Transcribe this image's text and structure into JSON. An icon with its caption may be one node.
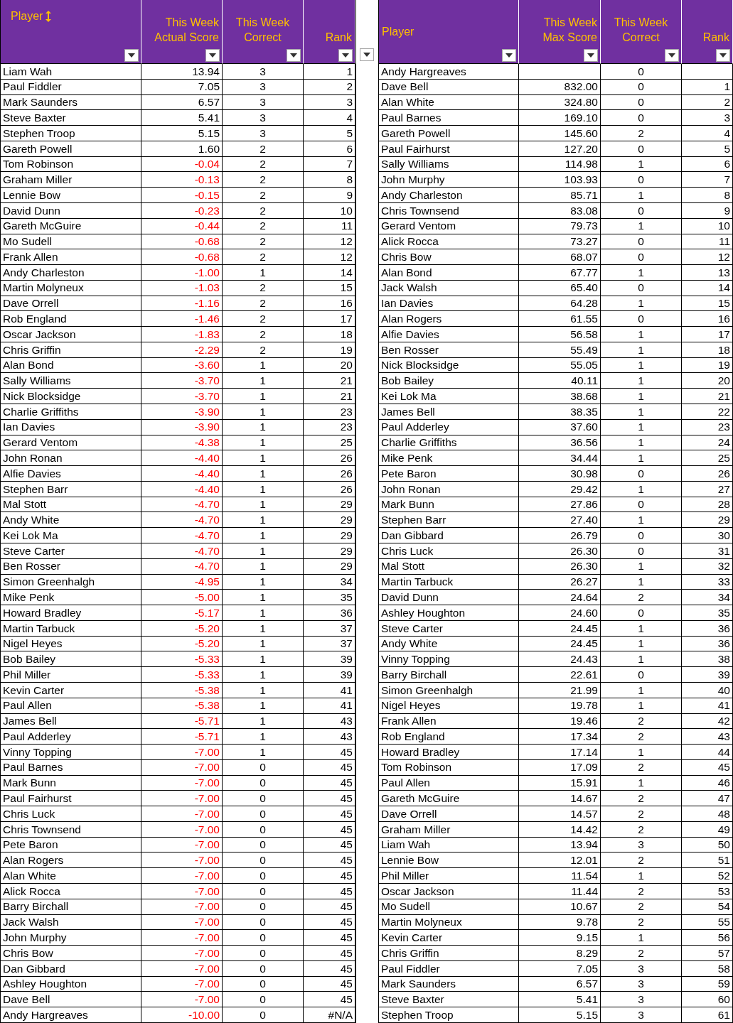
{
  "diagram": {
    "labels": [
      "Player",
      "This Week Actual Score",
      "This Week Correct",
      "Rank",
      "Liam Wah",
      "13.94",
      "3",
      "1",
      "Paul Fiddler",
      "7.05",
      "3",
      "2",
      "Mark Saunders",
      "6.57",
      "3",
      "3",
      "Steve Baxter",
      "5.41",
      "3",
      "4",
      "Stephen Troop",
      "5.15",
      "3",
      "5",
      "Gareth Powell",
      "1.60",
      "2",
      "6",
      "Tom Robinson",
      "-0.04",
      "2",
      "7",
      "Graham Miller",
      "-0.13",
      "2",
      "8",
      "Lennie Bow",
      "-0.15",
      "2",
      "9",
      "David Dunn",
      "-0.23",
      "2",
      "10",
      "Gareth McGuire",
      "-0.44",
      "2",
      "11",
      "Mo Sudell",
      "-0.68",
      "2",
      "12",
      "Frank Allen",
      "-0.68",
      "2",
      "12",
      "Andy Charleston",
      "-1.00",
      "1",
      "14",
      "Martin Molyneux",
      "-1.03",
      "2",
      "15",
      "Dave Orrell",
      "-1.16",
      "2",
      "16",
      "Rob England",
      "-1.46",
      "2",
      "17",
      "Oscar Jackson",
      "-1.83",
      "2",
      "18",
      "Chris Griffin",
      "-2.29",
      "2",
      "19",
      "Alan Bond",
      "-3.60",
      "1",
      "20",
      "Sally Williams",
      "-3.70",
      "1",
      "21",
      "Nick Blocksidge",
      "-3.70",
      "1",
      "21",
      "Charlie Griffiths",
      "-3.90",
      "1",
      "23",
      "Ian Davies",
      "-3.90",
      "1",
      "23",
      "Gerard Ventom",
      "-4.38",
      "1",
      "25",
      "John Ronan",
      "-4.40",
      "1",
      "26",
      "Alfie Davies",
      "-4.40",
      "1",
      "26",
      "Stephen Barr",
      "-4.40",
      "1",
      "26",
      "Mal Stott",
      "-4.70",
      "1",
      "29",
      "Andy White",
      "-4.70",
      "1",
      "29",
      "Kei Lok Ma",
      "-4.70",
      "1",
      "29",
      "Steve Carter",
      "-4.70",
      "1",
      "29",
      "Ben Rosser",
      "-4.70",
      "1",
      "29",
      "Simon Greenhalgh",
      "-4.95",
      "1",
      "34",
      "Mike Penk",
      "-5.00",
      "1",
      "35",
      "Howard Bradley",
      "-5.17",
      "1",
      "36",
      "Martin Tarbuck",
      "-5.20",
      "1",
      "37",
      "Nigel Heyes",
      "-5.20",
      "1",
      "37",
      "Bob Bailey",
      "-5.33",
      "1",
      "39",
      "Phil Miller",
      "-5.33",
      "1",
      "39",
      "Kevin Carter",
      "-5.38",
      "1",
      "41",
      "Paul Allen",
      "-5.38",
      "1",
      "41",
      "James Bell",
      "-5.71",
      "1",
      "43",
      "Paul Adderley",
      "-5.71",
      "1",
      "43",
      "Vinny Topping",
      "-7.00",
      "1",
      "45",
      "Paul Barnes",
      "-7.00",
      "0",
      "45",
      "Mark Bunn",
      "-7.00",
      "0",
      "45",
      "Paul Fairhurst",
      "-7.00",
      "0",
      "45",
      "Chris Luck",
      "-7.00",
      "0",
      "45",
      "Chris Townsend",
      "-7.00",
      "0",
      "45",
      "Pete Baron",
      "-7.00",
      "0",
      "45",
      "Alan Rogers",
      "-7.00",
      "0",
      "45",
      "Alan White",
      "-7.00",
      "0",
      "45",
      "Alick Rocca",
      "-7.00",
      "0",
      "45",
      "Barry Birchall",
      "-7.00",
      "0",
      "45",
      "Jack Walsh",
      "-7.00",
      "0",
      "45",
      "John Murphy",
      "-7.00",
      "0",
      "45",
      "Chris Bow",
      "-7.00",
      "0",
      "45",
      "Dan Gibbard",
      "-7.00",
      "0",
      "45",
      "Ashley Houghton",
      "-7.00",
      "0",
      "45",
      "Dave Bell",
      "-7.00",
      "0",
      "45",
      "Andy Hargreaves",
      "-10.00",
      "0",
      "#N/A",
      "Player",
      "This Week Max Score",
      "This Week Correct",
      "Rank",
      "Andy Hargreaves",
      "0",
      "Dave Bell",
      "832.00",
      "0",
      "1",
      "Alan White",
      "324.80",
      "0",
      "2",
      "Paul Barnes",
      "169.10",
      "0",
      "3",
      "Gareth Powell",
      "145.60",
      "2",
      "4",
      "Paul Fairhurst",
      "127.20",
      "0",
      "5",
      "Sally Williams",
      "114.98",
      "1",
      "6",
      "John Murphy",
      "103.93",
      "0",
      "7",
      "Andy Charleston",
      "85.71",
      "1",
      "8",
      "Chris Townsend",
      "83.08",
      "0",
      "9",
      "Gerard Ventom",
      "79.73",
      "1",
      "10",
      "Alick Rocca",
      "73.27",
      "0",
      "11",
      "Chris Bow",
      "68.07",
      "0",
      "12",
      "Alan Bond",
      "67.77",
      "1",
      "13",
      "Jack Walsh",
      "65.40",
      "0",
      "14",
      "Ian Davies",
      "64.28",
      "1",
      "15",
      "Alan Rogers",
      "61.55",
      "0",
      "16",
      "Alfie Davies",
      "56.58",
      "1",
      "17",
      "Ben Rosser",
      "55.49",
      "1",
      "18",
      "Nick Blocksidge",
      "55.05",
      "1",
      "19",
      "Bob Bailey",
      "40.11",
      "1",
      "20",
      "Kei Lok Ma",
      "38.68",
      "1",
      "21",
      "James Bell",
      "38.35",
      "1",
      "22",
      "Paul Adderley",
      "37.60",
      "1",
      "23",
      "Charlie Griffiths",
      "36.56",
      "1",
      "24",
      "Mike Penk",
      "34.44",
      "1",
      "25",
      "Pete Baron",
      "30.98",
      "0",
      "26",
      "John Ronan",
      "29.42",
      "1",
      "27",
      "Mark Bunn",
      "27.86",
      "0",
      "28",
      "Stephen Barr",
      "27.40",
      "1",
      "29",
      "Dan Gibbard",
      "26.79",
      "0",
      "30",
      "Chris Luck",
      "26.30",
      "0",
      "31",
      "Mal Stott",
      "26.30",
      "1",
      "32",
      "Martin Tarbuck",
      "26.27",
      "1",
      "33",
      "David Dunn",
      "24.64",
      "2",
      "34",
      "Ashley Houghton",
      "24.60",
      "0",
      "35",
      "Steve Carter",
      "24.45",
      "1",
      "36",
      "Andy White",
      "24.45",
      "1",
      "36",
      "Vinny Topping",
      "24.43",
      "1",
      "38",
      "Barry Birchall",
      "22.61",
      "0",
      "39",
      "Simon Greenhalgh",
      "21.99",
      "1",
      "40",
      "Nigel Heyes",
      "19.78",
      "1",
      "41",
      "Frank Allen",
      "19.46",
      "2",
      "42",
      "Rob England",
      "17.34",
      "2",
      "43",
      "Howard Bradley",
      "17.14",
      "1",
      "44",
      "Tom Robinson",
      "17.09",
      "2",
      "45",
      "Paul Allen",
      "15.91",
      "1",
      "46",
      "Gareth McGuire",
      "14.67",
      "2",
      "47",
      "Dave Orrell",
      "14.57",
      "2",
      "48",
      "Graham Miller",
      "14.42",
      "2",
      "49",
      "Liam Wah",
      "13.94",
      "3",
      "50",
      "Lennie Bow",
      "12.01",
      "2",
      "51",
      "Phil Miller",
      "11.54",
      "1",
      "52",
      "Oscar Jackson",
      "11.44",
      "2",
      "53",
      "Mo Sudell",
      "10.67",
      "2",
      "54",
      "Martin Molyneux",
      "9.78",
      "2",
      "55",
      "Kevin Carter",
      "9.15",
      "1",
      "56",
      "Chris Griffin",
      "8.29",
      "2",
      "57",
      "Paul Fiddler",
      "7.05",
      "3",
      "58",
      "Mark Saunders",
      "6.57",
      "3",
      "59",
      "Steve Baxter",
      "5.41",
      "3",
      "60",
      "Stephen Troop",
      "5.15",
      "3",
      "61"
    ]
  }
}
